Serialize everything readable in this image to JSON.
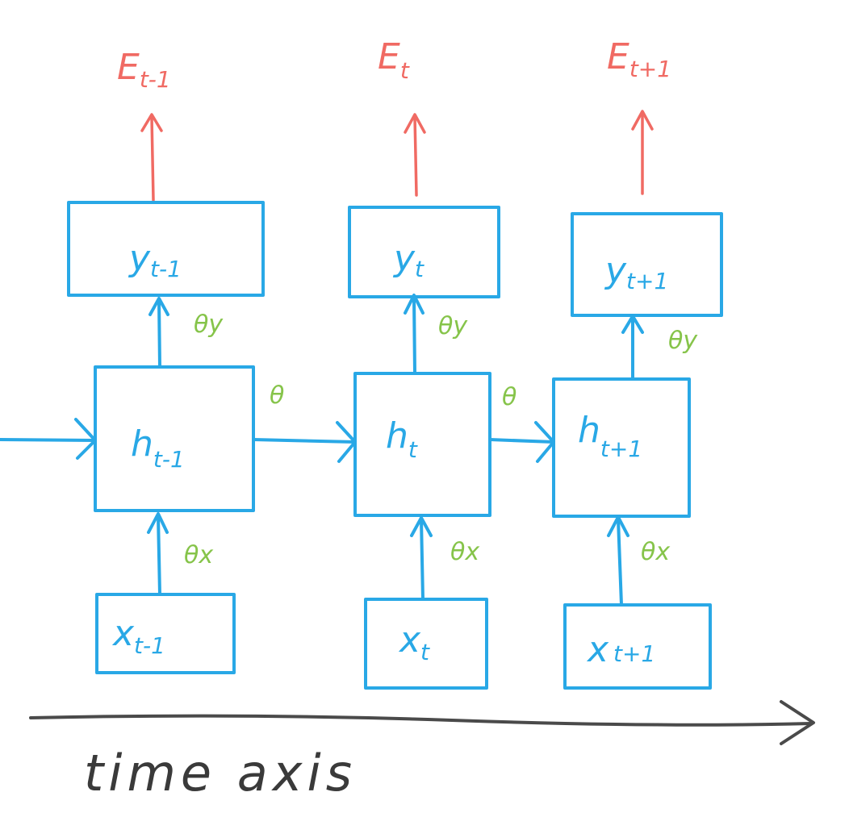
{
  "colors": {
    "nodes": "#29a8e6",
    "errors": "#f06a63",
    "params": "#86c44a",
    "axis": "#4a4a4a"
  },
  "steps": [
    {
      "error": {
        "base": "E",
        "sub": "t-1"
      },
      "output": {
        "base": "y",
        "sub": "t-1"
      },
      "hidden": {
        "base": "h",
        "sub": "t-1"
      },
      "input": {
        "base": "x",
        "sub": "t-1"
      },
      "theta_y": "θy",
      "theta_x": "θx",
      "theta": "θ"
    },
    {
      "error": {
        "base": "E",
        "sub": "t"
      },
      "output": {
        "base": "y",
        "sub": "t"
      },
      "hidden": {
        "base": "h",
        "sub": "t"
      },
      "input": {
        "base": "x",
        "sub": "t"
      },
      "theta_y": "θy",
      "theta_x": "θx",
      "theta": "θ"
    },
    {
      "error": {
        "base": "E",
        "sub": "t+1"
      },
      "output": {
        "base": "y",
        "sub": "t+1"
      },
      "hidden": {
        "base": "h",
        "sub": "t+1"
      },
      "input": {
        "base": "x",
        "sub": "t+1"
      },
      "theta_y": "θy",
      "theta_x": "θx"
    }
  ],
  "time_axis_label": "time axis"
}
